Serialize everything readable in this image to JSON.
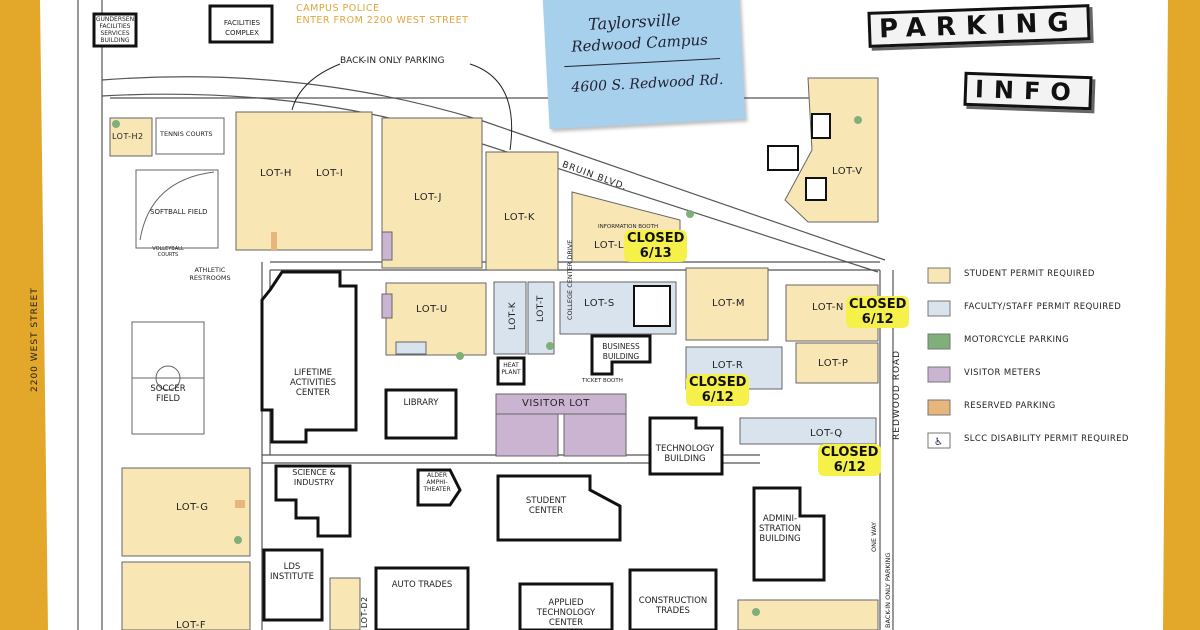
{
  "colors": {
    "frame": "#e3a82a",
    "student": "#f8e7b4",
    "faculty": "#d8e3ee",
    "visitor": "#cbb4d1",
    "reserved": "#e8b57a",
    "motorcycle": "#7fb07a",
    "closed_highlight": "#f5f04a"
  },
  "header": {
    "campus_police_line1": "CAMPUS POLICE",
    "campus_police_line2": "ENTER FROM 2200 WEST STREET",
    "note_line1": "Taylorsville",
    "note_line2": "Redwood Campus",
    "note_address": "4600 S. Redwood Rd.",
    "title_word1": "PARKING",
    "title_word2": "INFO"
  },
  "streets": {
    "west": "2200 WEST STREET",
    "redwood": "REDWOOD ROAD",
    "bruin": "BRUIN BLVD.",
    "college_center": "COLLEGE CENTER DRIVE",
    "back_in": "BACK-IN ONLY PARKING",
    "back_in_east": "BACK-IN ONLY PARKING",
    "one_way": "ONE WAY"
  },
  "lots": {
    "h2": "LOT-H2",
    "h": "LOT-H",
    "i": "LOT-I",
    "j": "LOT-J",
    "k": "LOT-K",
    "k2": "LOT-K",
    "l": "LOT-L",
    "t": "LOT-T",
    "s": "LOT-S",
    "u": "LOT-U",
    "m": "LOT-M",
    "n": "LOT-N",
    "r": "LOT-R",
    "p": "LOT-P",
    "q": "LOT-Q",
    "v": "LOT-V",
    "g": "LOT-G",
    "f": "LOT-F",
    "visitor": "VISITOR   LOT",
    "d2": "LOT-D2"
  },
  "buildings": {
    "gundersen": "GUNDERSEN FACILITIES SERVICES BUILDING",
    "facilities": "FACILITIES COMPLEX",
    "tennis": "TENNIS COURTS",
    "softball": "SOFTBALL FIELD",
    "volleyball": "VOLLEYBALL COURTS",
    "restrooms": "ATHLETIC RESTROOMS",
    "soccer": "SOCCER FIELD",
    "lifetime": "LIFETIME ACTIVITIES CENTER",
    "library": "LIBRARY",
    "science": "SCIENCE & INDUSTRY",
    "alder": "ALDER AMPHI-THEATER",
    "student_center": "STUDENT CENTER",
    "technology": "TECHNOLOGY BUILDING",
    "business": "BUSINESS BUILDING",
    "heat": "HEAT PLANT",
    "info_booth": "INFORMATION BOOTH",
    "ticket_booth": "TICKET BOOTH",
    "admin": "ADMINI-STRATION BUILDING",
    "lds": "LDS INSTITUTE",
    "auto": "AUTO  TRADES",
    "applied": "APPLIED TECHNOLOGY CENTER",
    "construction": "CONSTRUCTION TRADES"
  },
  "closures": {
    "lot_l": {
      "word": "CLOSED",
      "date": "6/13"
    },
    "lot_n": {
      "word": "CLOSED",
      "date": "6/12"
    },
    "lot_r": {
      "word": "CLOSED",
      "date": "6/12"
    },
    "lot_q": {
      "word": "CLOSED",
      "date": "6/12"
    }
  },
  "legend": [
    {
      "label": "STUDENT PERMIT REQUIRED",
      "icon": "student-swatch"
    },
    {
      "label": "FACULTY/STAFF PERMIT REQUIRED",
      "icon": "faculty-swatch"
    },
    {
      "label": "MOTORCYCLE PARKING",
      "icon": "motorcycle-icon"
    },
    {
      "label": "VISITOR METERS",
      "icon": "visitor-swatch"
    },
    {
      "label": "RESERVED PARKING",
      "icon": "reserved-swatch"
    },
    {
      "label": "SLCC DISABILITY PERMIT REQUIRED",
      "icon": "wheelchair-icon"
    }
  ]
}
